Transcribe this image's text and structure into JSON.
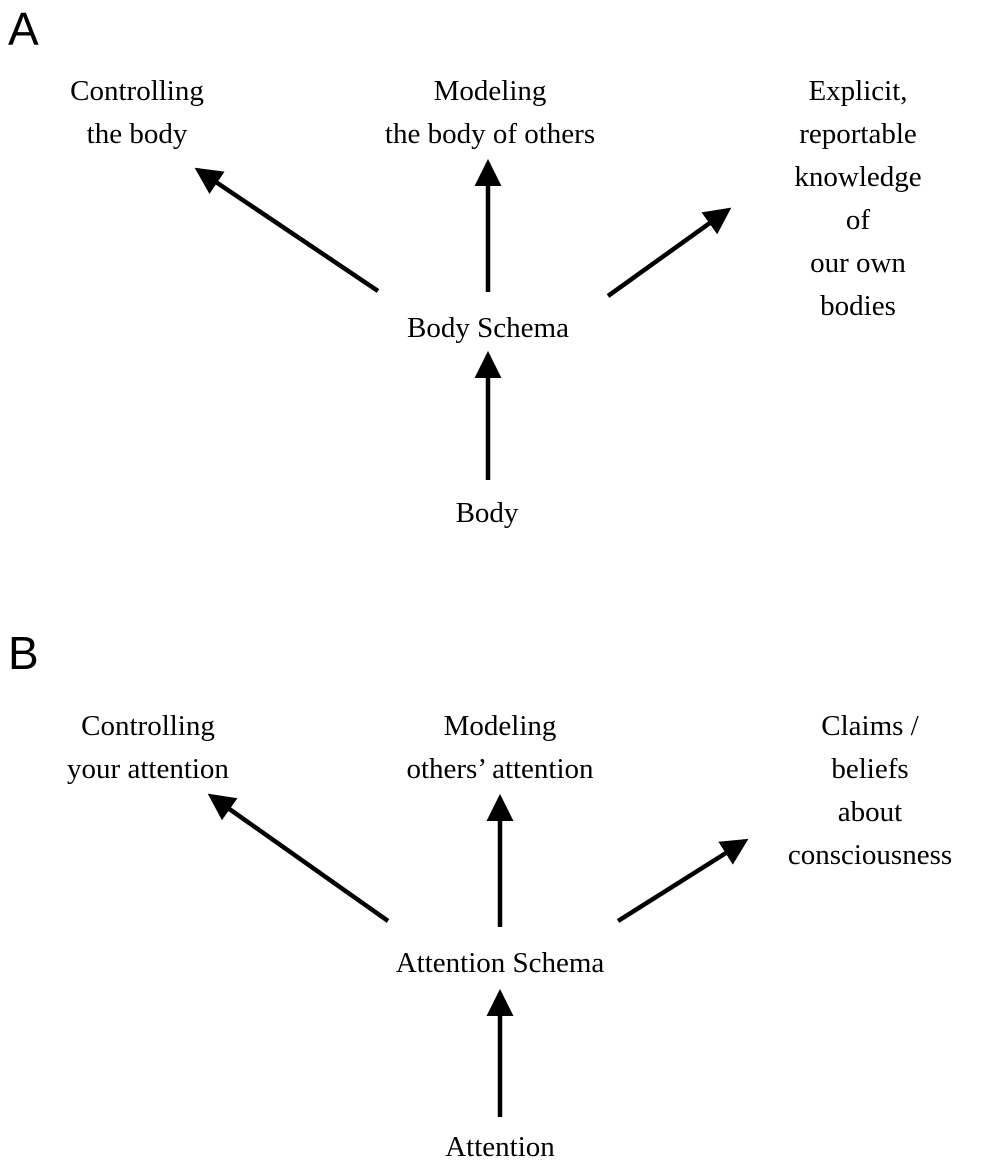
{
  "figure": {
    "background": "#ffffff",
    "line_color": "#000000"
  },
  "panel_a": {
    "label": "A",
    "top_left": "Controlling\nthe body",
    "top_center": "Modeling\nthe body of others",
    "top_right": "Explicit, reportable\nknowledge of\nour own bodies",
    "center": "Body Schema",
    "bottom": "Body"
  },
  "panel_b": {
    "label": "B",
    "top_left": "Controlling\nyour attention",
    "top_center": "Modeling\nothers’ attention",
    "top_right": "Claims / beliefs\nabout\nconsciousness",
    "center": "Attention Schema",
    "bottom": "Attention"
  }
}
